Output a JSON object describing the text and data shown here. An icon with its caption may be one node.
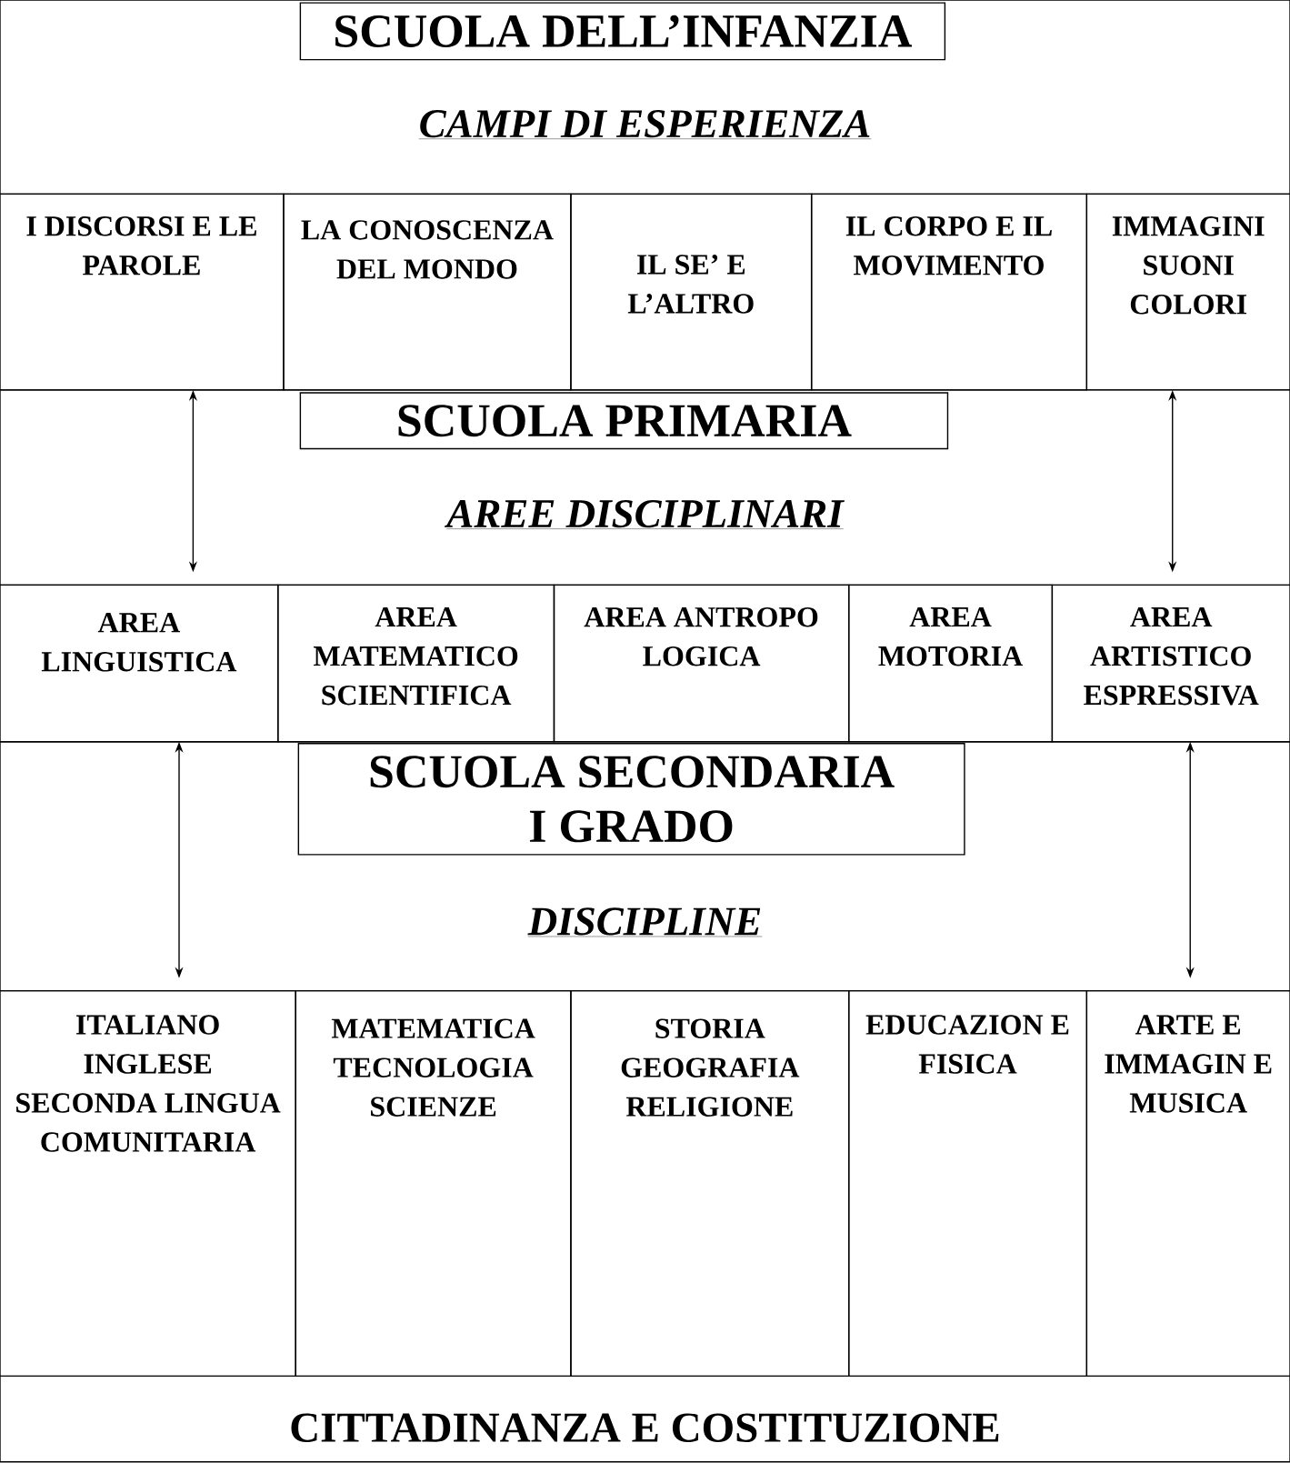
{
  "diagram": {
    "nodes": [
      {
        "text": [
          "CAMPI DI ESPERIENZA"
        ]
      },
      {
        "text": [
          "SCUOLA DELL’INFANZIA"
        ],
        "in": 0
      },
      {
        "text": [
          "I DISCORSI E LE PAROLE"
        ]
      },
      {
        "text": [
          "LA CONOSCENZA DEL MONDO"
        ]
      },
      {
        "text": [
          "IL SE’ E L’ALTRO"
        ]
      },
      {
        "text": [
          "IL CORPO E IL MOVIMENTO"
        ]
      },
      {
        "text": [
          "IMMAGINI SUONI COLORI"
        ]
      },
      {
        "text": [
          "AREE DISCIPLINARI"
        ]
      },
      {
        "text": [
          "SCUOLA PRIMARIA"
        ],
        "in": 7
      },
      {
        "text": [
          "AREA LINGUISTICA"
        ]
      },
      {
        "text": [
          "AREA MATEMATICO SCIENTIFICA"
        ]
      },
      {
        "text": [
          "AREA ANTROPO LOGICA"
        ]
      },
      {
        "text": [
          "AREA MOTORIA"
        ]
      },
      {
        "text": [
          "AREA ARTISTICO ESPRESSIVA"
        ]
      },
      {
        "text": [
          "DISCIPLINE"
        ]
      },
      {
        "text": [
          "SCUOLA SECONDARIA I GRADO"
        ],
        "in": 14
      },
      {
        "text": [
          "ITALIANO INGLESE SECONDA LINGUA COMUNITARIA"
        ]
      },
      {
        "text": [
          "MATEMATICA TECNOLOGIA SCIENZE"
        ]
      },
      {
        "text": [
          "STORIA GEOGRAFIA RELIGIONE"
        ]
      },
      {
        "text": [
          "EDUCAZION E FISICA"
        ]
      },
      {
        "text": [
          "ARTE E IMMAGIN E MUSICA"
        ]
      },
      {
        "text": [
          "CITTADINANZA E COSTITUZIONE"
        ]
      }
    ],
    "edges": [
      {
        "from": 2,
        "to": 9,
        "arrow": "both"
      },
      {
        "from": 6,
        "to": 13,
        "arrow": "both"
      },
      {
        "from": 9,
        "to": 16,
        "arrow": "both"
      },
      {
        "from": 13,
        "to": 20,
        "arrow": "both"
      }
    ]
  }
}
